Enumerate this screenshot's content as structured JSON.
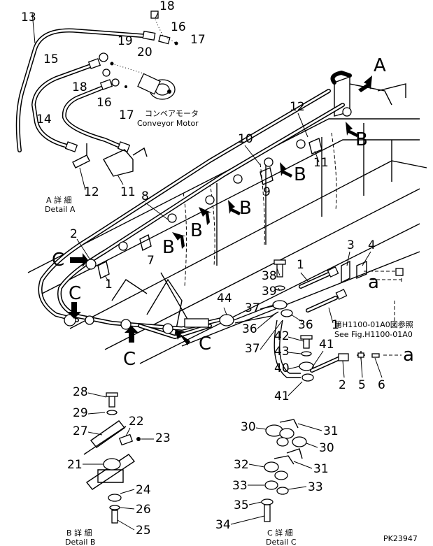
{
  "labels": {
    "n1a": "1",
    "n1b": "1",
    "n1c": "1",
    "n2a": "2",
    "n2b": "2",
    "n3": "3",
    "n4": "4",
    "n5": "5",
    "n6": "6",
    "n7": "7",
    "n8": "8",
    "n9": "9",
    "n10": "10",
    "n11a": "11",
    "n11b": "11",
    "n12a": "12",
    "n12b": "12",
    "n13": "13",
    "n14": "14",
    "n15": "15",
    "n16a": "16",
    "n16b": "16",
    "n17a": "17",
    "n17b": "17",
    "n18a": "18",
    "n18b": "18",
    "n19": "19",
    "n20": "20",
    "n21": "21",
    "n22": "22",
    "n23": "23",
    "n24": "24",
    "n25": "25",
    "n26": "26",
    "n27": "27",
    "n28": "28",
    "n29": "29",
    "n30a": "30",
    "n30b": "30",
    "n31a": "31",
    "n31b": "31",
    "n32": "32",
    "n33a": "33",
    "n33b": "33",
    "n34": "34",
    "n35": "35",
    "n36a": "36",
    "n36b": "36",
    "n37a": "37",
    "n37b": "37",
    "n38": "38",
    "n39": "39",
    "n40": "40",
    "n41a": "41",
    "n41b": "41",
    "n42": "42",
    "n43": "43",
    "n44": "44",
    "A1": "A",
    "B1": "B",
    "B2": "B",
    "B3": "B",
    "B4": "B",
    "B5": "B",
    "C1": "C",
    "C2": "C",
    "C3": "C",
    "C4": "C",
    "a1": "a",
    "a2": "a"
  },
  "captions": {
    "conveyor_motor_jp": "コンベアモータ",
    "conveyor_motor_en": "Conveyor Motor",
    "detail_a_jp": "A 詳 細",
    "detail_a_en": "Detail A",
    "detail_b_jp": "B 詳 細",
    "detail_b_en": "Detail B",
    "detail_c_jp": "C 詳 細",
    "detail_c_en": "Detail C",
    "see_fig_jp": "第H1100-01A0図参照",
    "see_fig_en": "See Fig.H1100-01A0",
    "figure_code": "PK23947"
  }
}
